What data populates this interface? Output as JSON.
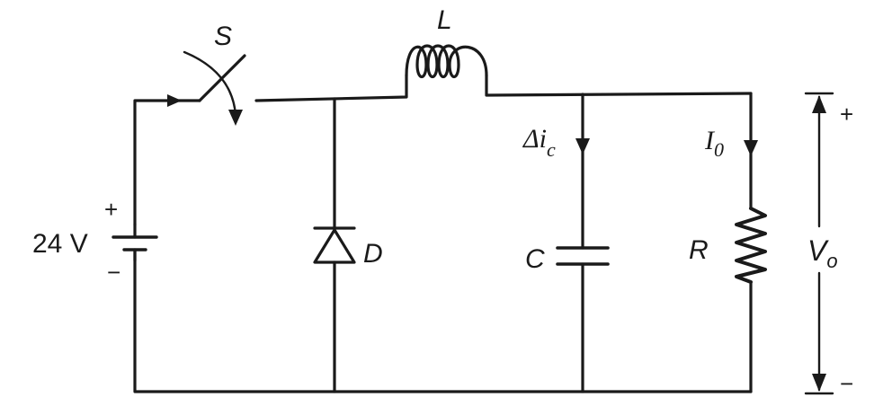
{
  "circuit": {
    "source": {
      "voltage_label": "24 V",
      "plus": "+",
      "minus": "−"
    },
    "switch": {
      "label": "S"
    },
    "inductor": {
      "label": "L"
    },
    "diode": {
      "label": "D"
    },
    "capacitor": {
      "label": "C",
      "current_label": "Δi",
      "current_sub": "c"
    },
    "resistor": {
      "label": "R",
      "current_label": "I",
      "current_sub": "0"
    },
    "output": {
      "label": "V",
      "sub": "o",
      "plus": "+",
      "minus": "−"
    }
  },
  "colors": {
    "ink": "#1a1a1a",
    "background": "#ffffff"
  }
}
